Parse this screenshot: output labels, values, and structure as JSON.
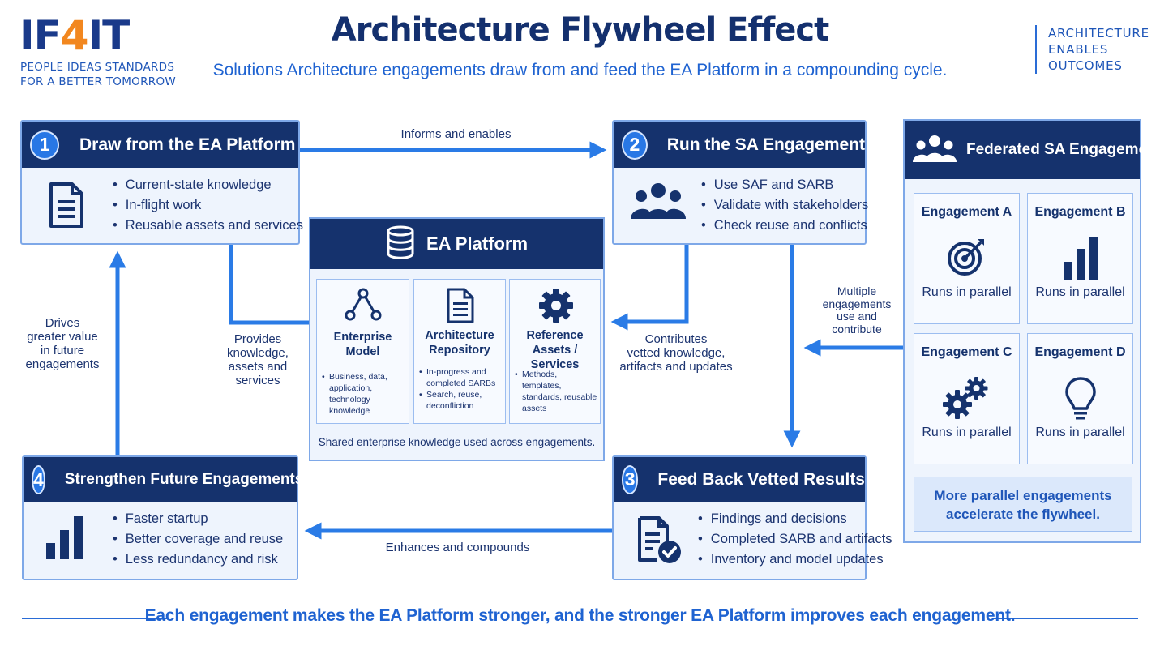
{
  "logo": {
    "prefix": "IF",
    "accent": "4",
    "suffix": "IT",
    "tagline_1": "PEOPLE  IDEAS  STANDARDS",
    "tagline_2": "FOR A BETTER TOMORROW"
  },
  "header": {
    "title": "Architecture Flywheel Effect",
    "subtitle": "Solutions Architecture engagements draw from and feed the EA Platform in a compounding cycle."
  },
  "corner": {
    "line_1": "ARCHITECTURE",
    "line_2": "ENABLES",
    "line_3": "OUTCOMES"
  },
  "steps": [
    {
      "number": "1",
      "title": "Draw from the EA Platform",
      "icon": "document-icon",
      "bullets": [
        "Current-state knowledge",
        "In-flight work",
        "Reusable assets and services"
      ]
    },
    {
      "number": "2",
      "title": "Run the SA Engagement",
      "icon": "team-icon",
      "bullets": [
        "Use SAF and SARB",
        "Validate with stakeholders",
        "Check reuse and conflicts"
      ]
    },
    {
      "number": "3",
      "title": "Feed Back Vetted Results",
      "icon": "checked-document-icon",
      "bullets": [
        "Findings and decisions",
        "Completed SARB and artifacts",
        "Inventory and model updates"
      ]
    },
    {
      "number": "4",
      "title": "Strengthen Future Engagements",
      "icon": "bar-chart-icon",
      "bullets": [
        "Faster startup",
        "Better coverage and reuse",
        "Less redundancy and risk"
      ]
    }
  ],
  "platform": {
    "title": "EA Platform",
    "icon": "database-icon",
    "components": [
      {
        "title_1": "Enterprise",
        "title_2": "Model",
        "icon": "network-icon",
        "bullets": [
          "Business, data, application, technology knowledge"
        ]
      },
      {
        "title_1": "Architecture",
        "title_2": "Repository",
        "icon": "document-icon",
        "bullets": [
          "In-progress and completed SARBs",
          "Search, reuse, deconfliction"
        ]
      },
      {
        "title_1": "Reference",
        "title_2": "Assets / Services",
        "icon": "gear-icon",
        "bullets": [
          "Methods, templates, standards, reusable assets"
        ]
      }
    ],
    "footer": "Shared enterprise knowledge used across engagements."
  },
  "federated": {
    "title": "Federated SA Engagements",
    "icon": "group-icon",
    "engagements": [
      {
        "name": "Engagement A",
        "icon": "target-icon",
        "status": "Runs in parallel"
      },
      {
        "name": "Engagement B",
        "icon": "bar-chart-icon",
        "status": "Runs in parallel"
      },
      {
        "name": "Engagement C",
        "icon": "gears-icon",
        "status": "Runs in parallel"
      },
      {
        "name": "Engagement D",
        "icon": "lightbulb-icon",
        "status": "Runs in parallel"
      }
    ],
    "note_1": "More parallel engagements",
    "note_2": "accelerate the flywheel."
  },
  "connectors": {
    "informs": "Informs and enables",
    "provides_1": "Provides",
    "provides_2": "knowledge,",
    "provides_3": "assets and",
    "provides_4": "services",
    "contributes_1": "Contributes",
    "contributes_2": "vetted knowledge,",
    "contributes_3": "artifacts and updates",
    "multiple_1": "Multiple",
    "multiple_2": "engagements",
    "multiple_3": "use and",
    "multiple_4": "contribute",
    "enhances": "Enhances and compounds",
    "drives_1": "Drives",
    "drives_2": "greater value",
    "drives_3": "in future",
    "drives_4": "engagements"
  },
  "footer": "Each engagement makes the EA Platform stronger, and the stronger EA Platform improves each engagement.",
  "colors": {
    "navy": "#15326d",
    "blue": "#2877e5",
    "arrow": "#2a7be6",
    "panel": "#eef4fd",
    "accent": "#f2871f"
  }
}
